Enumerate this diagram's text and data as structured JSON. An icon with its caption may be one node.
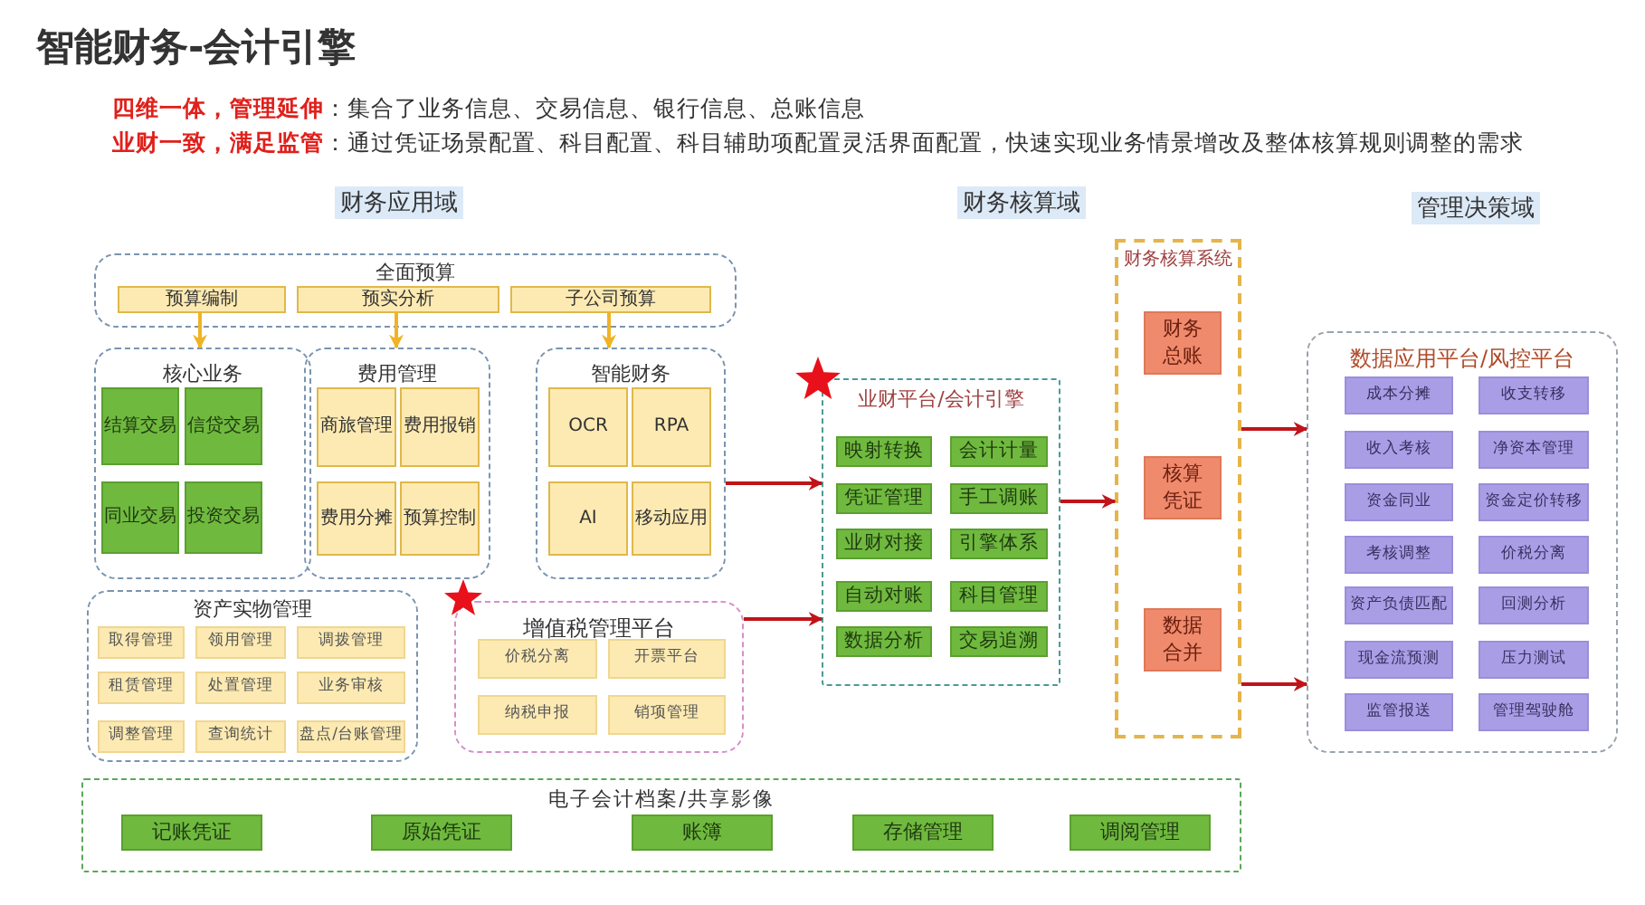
{
  "diagram": {
    "title": "智能财务-会计引擎",
    "nodes": [
      {
        "text": [
          "全面预算"
        ]
      },
      {
        "text": [
          "预算编制"
        ],
        "in": 0
      },
      {
        "text": [
          "预实分析"
        ],
        "in": 0
      },
      {
        "text": [
          "子公司预算"
        ],
        "in": 0
      },
      {
        "text": [
          "核心业务"
        ]
      },
      {
        "text": [
          "结算交易"
        ],
        "in": 4
      },
      {
        "text": [
          "信贷交易"
        ],
        "in": 4
      },
      {
        "text": [
          "同业交易"
        ],
        "in": 4
      },
      {
        "text": [
          "投资交易"
        ],
        "in": 4
      },
      {
        "text": [
          "费用管理"
        ]
      },
      {
        "text": [
          "商旅管理"
        ],
        "in": 9
      },
      {
        "text": [
          "费用报销"
        ],
        "in": 9
      },
      {
        "text": [
          "费用分摊"
        ],
        "in": 9
      },
      {
        "text": [
          "预算控制"
        ],
        "in": 9
      },
      {
        "text": [
          "智能财务"
        ]
      },
      {
        "text": [
          "OCR"
        ],
        "in": 14
      },
      {
        "text": [
          "RPA"
        ],
        "in": 14
      },
      {
        "text": [
          "AI"
        ],
        "in": 14
      },
      {
        "text": [
          "移动应用"
        ],
        "in": 14
      },
      {
        "text": [
          "资产实物管理"
        ]
      },
      {
        "text": [
          "取得管理"
        ],
        "in": 19
      },
      {
        "text": [
          "领用管理"
        ],
        "in": 19
      },
      {
        "text": [
          "调拨管理"
        ],
        "in": 19
      },
      {
        "text": [
          "租赁管理"
        ],
        "in": 19
      },
      {
        "text": [
          "处置管理"
        ],
        "in": 19
      },
      {
        "text": [
          "业务审核"
        ],
        "in": 19
      },
      {
        "text": [
          "调整管理"
        ],
        "in": 19
      },
      {
        "text": [
          "查询统计"
        ],
        "in": 19
      },
      {
        "text": [
          "盘点/台账管理"
        ],
        "in": 19
      },
      {
        "text": [
          "增值税管理平台"
        ]
      },
      {
        "text": [
          "价税分离"
        ],
        "in": 29
      },
      {
        "text": [
          "开票平台"
        ],
        "in": 29
      },
      {
        "text": [
          "纳税申报"
        ],
        "in": 29
      },
      {
        "text": [
          "销项管理"
        ],
        "in": 29
      },
      {
        "text": [
          "电子会计档案/共享影像"
        ]
      },
      {
        "text": [
          "记账凭证"
        ],
        "in": 34
      },
      {
        "text": [
          "原始凭证"
        ],
        "in": 34
      },
      {
        "text": [
          "账簿"
        ],
        "in": 34
      },
      {
        "text": [
          "存储管理"
        ],
        "in": 34
      },
      {
        "text": [
          "调阅管理"
        ],
        "in": 34
      },
      {
        "text": [
          "业财平台/会计引擎"
        ]
      },
      {
        "text": [
          "映射转换"
        ],
        "in": 40
      },
      {
        "text": [
          "会计计量"
        ],
        "in": 40
      },
      {
        "text": [
          "凭证管理"
        ],
        "in": 40
      },
      {
        "text": [
          "手工调账"
        ],
        "in": 40
      },
      {
        "text": [
          "业财对接"
        ],
        "in": 40
      },
      {
        "text": [
          "引擎体系"
        ],
        "in": 40
      },
      {
        "text": [
          "自动对账"
        ],
        "in": 40
      },
      {
        "text": [
          "科目管理"
        ],
        "in": 40
      },
      {
        "text": [
          "数据分析"
        ],
        "in": 40
      },
      {
        "text": [
          "交易追溯"
        ],
        "in": 40
      },
      {
        "text": [
          "财务核算系统"
        ]
      },
      {
        "text": [
          "财务总账"
        ],
        "in": 51
      },
      {
        "text": [
          "核算凭证"
        ],
        "in": 51
      },
      {
        "text": [
          "数据合并"
        ],
        "in": 51
      },
      {
        "text": [
          "数据应用平台/风控平台"
        ]
      },
      {
        "text": [
          "成本分摊"
        ],
        "in": 55
      },
      {
        "text": [
          "收支转移"
        ],
        "in": 55
      },
      {
        "text": [
          "收入考核"
        ],
        "in": 55
      },
      {
        "text": [
          "净资本管理"
        ],
        "in": 55
      },
      {
        "text": [
          "资金同业"
        ],
        "in": 55
      },
      {
        "text": [
          "资金定价转移"
        ],
        "in": 55
      },
      {
        "text": [
          "考核调整"
        ],
        "in": 55
      },
      {
        "text": [
          "价税分离"
        ],
        "in": 55
      },
      {
        "text": [
          "资产负债匹配"
        ],
        "in": 55
      },
      {
        "text": [
          "回测分析"
        ],
        "in": 55
      },
      {
        "text": [
          "现金流预测"
        ],
        "in": 55
      },
      {
        "text": [
          "压力测试"
        ],
        "in": 55
      },
      {
        "text": [
          "监管报送"
        ],
        "in": 55
      },
      {
        "text": [
          "管理驾驶舱"
        ],
        "in": 55
      }
    ],
    "edges": [
      {
        "from": 1,
        "to": 4,
        "arrow": "to",
        "color": "#f0b323"
      },
      {
        "from": 2,
        "to": 9,
        "arrow": "to",
        "color": "#f0b323"
      },
      {
        "from": 3,
        "to": 14,
        "arrow": "to",
        "color": "#f0b323"
      },
      {
        "from": 14,
        "to": 40,
        "arrow": "to"
      },
      {
        "from": 29,
        "to": 40,
        "arrow": "to"
      },
      {
        "from": 40,
        "to": 51,
        "arrow": "to"
      },
      {
        "from": 51,
        "to": 55,
        "arrow": "to"
      },
      {
        "from": 51,
        "to": 55,
        "arrow": "to"
      }
    ],
    "labels": [
      "**四维一体，管理延伸**：集合了业务信息、交易信息、银行信息、总账信息",
      "**业财一致，满足监管**：通过凭证场景配置、科目配置、科目辅助项配置灵活界面配置，快速实现业务情景增改及整体核算规则调整的需求",
      "财务应用域",
      "财务核算域",
      "管理决策域"
    ]
  }
}
